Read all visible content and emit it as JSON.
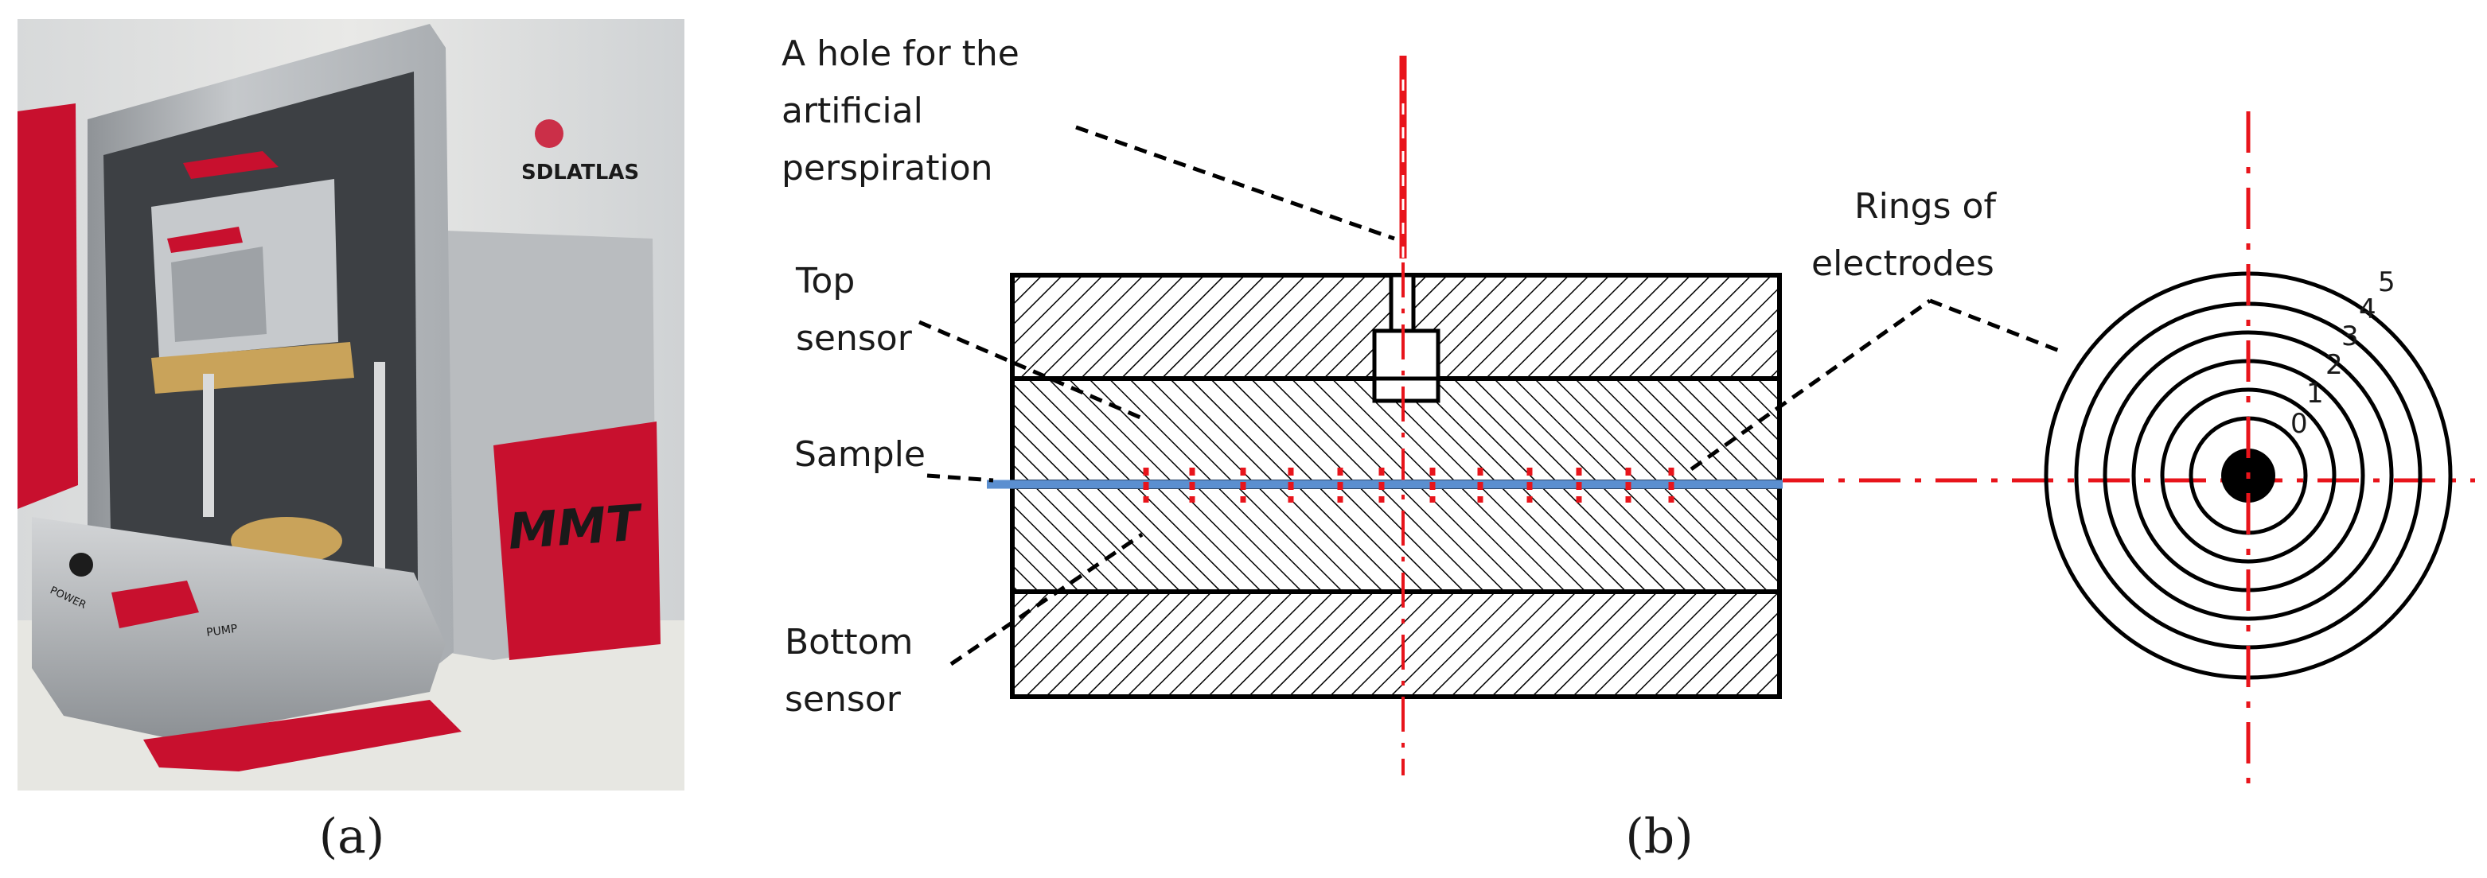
{
  "photo": {
    "brand_text": "SDLATLAS",
    "model_text": "MMT",
    "power_label": "POWER",
    "pump_label": "PUMP"
  },
  "captions": {
    "a": "(a)",
    "b": "(b)"
  },
  "labels": {
    "hole_line1": "A hole for the",
    "hole_line2": "artificial",
    "hole_line3": "perspiration",
    "top_sensor_line1": "Top",
    "top_sensor_line2": "sensor",
    "sample": "Sample",
    "bottom_sensor_line1": "Bottom",
    "bottom_sensor_line2": "sensor",
    "rings_line1": "Rings of",
    "rings_line2": "electrodes"
  },
  "ring_numbers": [
    "0",
    "1",
    "2",
    "3",
    "4",
    "5"
  ],
  "colors": {
    "centerline": "#e8141b",
    "sample": "#5b8fd0",
    "outline": "#000000",
    "device_body": "#b8babd",
    "device_red": "#c8102e"
  }
}
